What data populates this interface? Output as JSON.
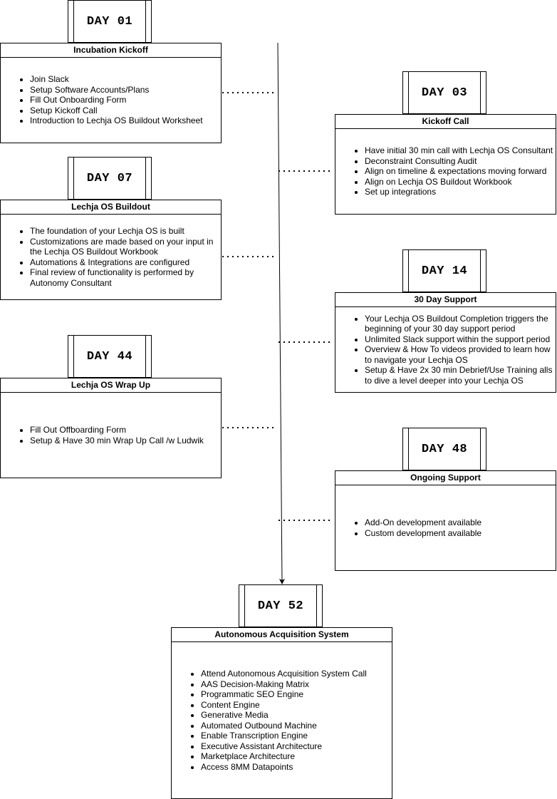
{
  "timeline": [
    {
      "day": "DAY 01",
      "title": "Incubation Kickoff",
      "items": [
        "Join Slack",
        "Setup Software Accounts/Plans",
        "Fill Out Onboarding Form",
        "Setup Kickoff Call",
        "Introduction to Lechja OS Buildout Worksheet"
      ]
    },
    {
      "day": "DAY 03",
      "title": "Kickoff Call",
      "items": [
        "Have initial 30 min call with Lechja OS Consultant",
        "Deconstraint Consulting Audit",
        "Align on timeline & expectations moving forward",
        "Align on Lechja OS Buildout Workbook",
        "Set up integrations"
      ]
    },
    {
      "day": "DAY 07",
      "title": "Lechja OS Buildout",
      "items": [
        "The foundation of your Lechja OS is built",
        "Customizations are made based on your input in the Lechja OS Buildout Workbook",
        "Automations & Integrations are configured",
        "Final review of functionality is performed by Autonomy Consultant"
      ]
    },
    {
      "day": "DAY 14",
      "title": "30 Day Support",
      "items": [
        "Your Lechja OS Buildout Completion triggers the beginning of your 30 day support period",
        "Unlimited Slack support within the support period",
        "Overview & How To videos provided to learn how to navigate your Lechja OS",
        "Setup & Have 2x 30 min Debrief/Use Training alls to dive a level deeper into your Lechja OS"
      ]
    },
    {
      "day": "DAY 44",
      "title": "Lechja OS Wrap Up",
      "items": [
        "Fill Out Offboarding Form",
        "Setup & Have 30 min Wrap Up Call /w Ludwik"
      ]
    },
    {
      "day": "DAY 48",
      "title": "Ongoing Support",
      "items": [
        "Add-On development available",
        "Custom development available"
      ]
    },
    {
      "day": "DAY 52",
      "title": "Autonomous Acquisition System",
      "items": [
        "Attend Autonomous Acquisition System Call",
        "AAS Decision-Making Matrix",
        "Programmatic SEO Engine",
        "Content Engine",
        "Generative Media",
        "Automated Outbound Machine",
        "Enable Transcription Engine",
        "Executive Assistant Architecture",
        "Marketplace Architecture",
        "Access 8MM Datapoints"
      ]
    }
  ]
}
